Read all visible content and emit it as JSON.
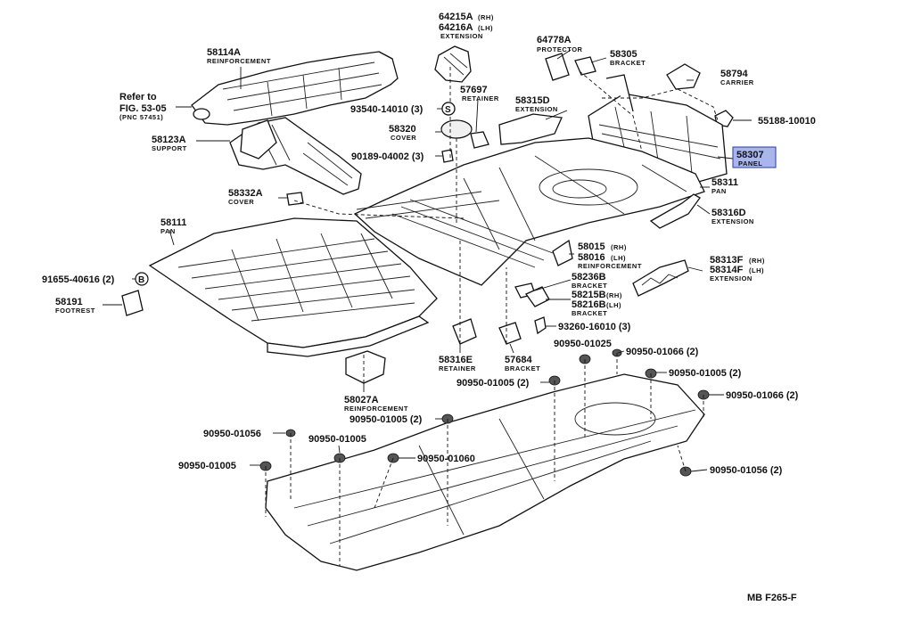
{
  "callouts": [
    {
      "id": "c1",
      "part": "64215A",
      "suffix": "(RH)",
      "part2": "64216A",
      "suffix2": "(LH)",
      "name": "EXTENSION"
    },
    {
      "id": "c2",
      "part": "64778A",
      "name": "PROTECTOR"
    },
    {
      "id": "c3",
      "part": "58305",
      "name": "BRACKET"
    },
    {
      "id": "c4",
      "part": "58114A",
      "name": "REINFORCEMENT"
    },
    {
      "id": "c5",
      "part": "58794",
      "name": "CARRIER"
    },
    {
      "id": "c6",
      "part": "57697",
      "name": "RETAINER"
    },
    {
      "id": "c7",
      "part": "58315D",
      "name": "EXTENSION"
    },
    {
      "id": "c8",
      "part": "55188-10010",
      "name": ""
    },
    {
      "id": "c9",
      "part": "93540-14010 (3)",
      "name": ""
    },
    {
      "id": "c10",
      "part": "58320",
      "name": "COVER"
    },
    {
      "id": "c11",
      "part": "58123A",
      "name": "SUPPORT"
    },
    {
      "id": "c12",
      "part": "90189-04002 (3)",
      "name": ""
    },
    {
      "id": "c13",
      "part": "58307",
      "name": "PANEL"
    },
    {
      "id": "c14",
      "part": "58311",
      "name": "PAN"
    },
    {
      "id": "c15",
      "part": "58332A",
      "name": "COVER"
    },
    {
      "id": "c16",
      "part": "58316D",
      "name": "EXTENSION"
    },
    {
      "id": "c17",
      "part": "58111",
      "name": "PAN"
    },
    {
      "id": "c18",
      "part": "58015",
      "suffix": "(RH)",
      "part2": "58016",
      "suffix2": "(LH)",
      "name": "REINFORCEMENT"
    },
    {
      "id": "c19",
      "part": "58313F",
      "suffix": "(RH)",
      "part2": "58314F",
      "suffix2": "(LH)",
      "name": "EXTENSION"
    },
    {
      "id": "c20",
      "part": "91655-40616 (2)",
      "name": ""
    },
    {
      "id": "c21",
      "part": "58191",
      "name": "FOOTREST"
    },
    {
      "id": "c22",
      "part": "58236B",
      "name": "BRACKET"
    },
    {
      "id": "c23",
      "part": "58215B",
      "suffix": "(RH)",
      "part2": "58216B",
      "suffix2": "(LH)",
      "name": "BRACKET"
    },
    {
      "id": "c24",
      "part": "93260-16010 (3)",
      "name": ""
    },
    {
      "id": "c25",
      "part": "90950-01025",
      "name": ""
    },
    {
      "id": "c26",
      "part": "90950-01066 (2)",
      "name": ""
    },
    {
      "id": "c27",
      "part": "58316E",
      "name": "RETAINER"
    },
    {
      "id": "c28",
      "part": "57684",
      "name": "BRACKET"
    },
    {
      "id": "c29",
      "part": "90950-01005 (2)",
      "name": ""
    },
    {
      "id": "c30",
      "part": "90950-01005 (2)",
      "name": ""
    },
    {
      "id": "c31",
      "part": "58027A",
      "name": "REINFORCEMENT"
    },
    {
      "id": "c32",
      "part": "90950-01066 (2)",
      "name": ""
    },
    {
      "id": "c33",
      "part": "90950-01005 (2)",
      "name": ""
    },
    {
      "id": "c34",
      "part": "90950-01056",
      "name": ""
    },
    {
      "id": "c35",
      "part": "90950-01005",
      "name": ""
    },
    {
      "id": "c36",
      "part": "90950-01060",
      "name": ""
    },
    {
      "id": "c37",
      "part": "90950-01005",
      "name": ""
    },
    {
      "id": "c38",
      "part": "90950-01056 (2)",
      "name": ""
    }
  ],
  "refer": {
    "line1": "Refer to",
    "line2": "FIG. 53-05",
    "line3": "(PNC 57451)"
  },
  "markers": {
    "s": "S",
    "b": "B"
  },
  "figure_code": "MB F265-F",
  "highlight_color": "#a9b6ec"
}
